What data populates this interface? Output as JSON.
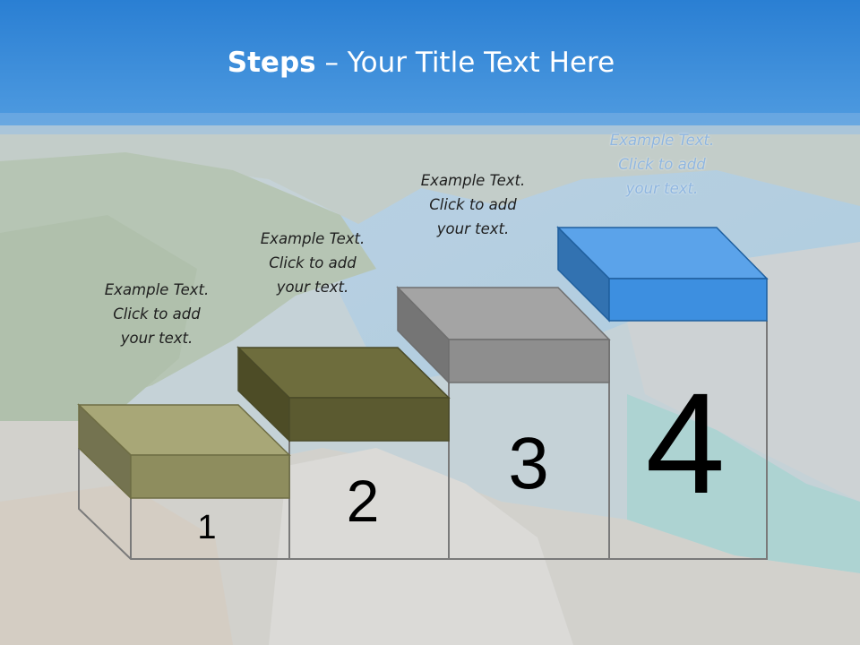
{
  "title": {
    "bold": "Steps",
    "rest": " – Your Title Text Here"
  },
  "colors": {
    "header": "#2f84d6",
    "step1": "#8e8d5e",
    "step2": "#5b5a30",
    "step3": "#8e8e8e",
    "step4": "#3d8fe0"
  },
  "steps": [
    {
      "number": "1",
      "line1": "Example Text.",
      "line2": "Click  to add",
      "line3": "your text."
    },
    {
      "number": "2",
      "line1": "Example Text.",
      "line2": "Click  to add",
      "line3": "your text."
    },
    {
      "number": "3",
      "line1": "Example Text.",
      "line2": "Click  to add",
      "line3": "your text."
    },
    {
      "number": "4",
      "line1": "Example Text.",
      "line2": "Click  to add",
      "line3": "your text."
    }
  ]
}
